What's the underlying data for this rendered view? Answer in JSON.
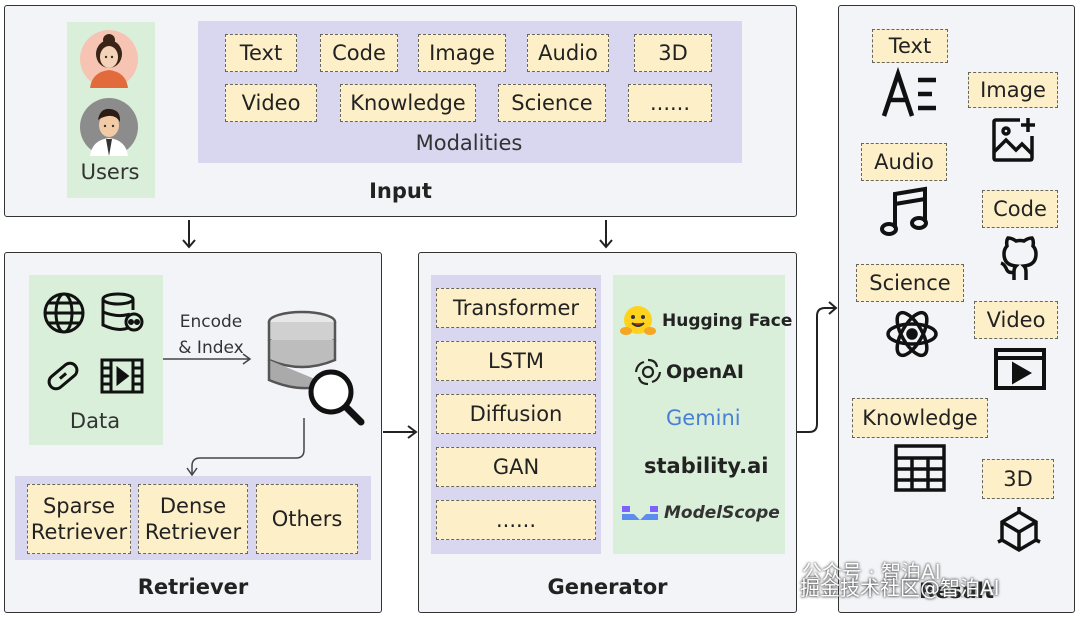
{
  "input": {
    "title": "Input",
    "users_label": "Users",
    "modalities_label": "Modalities",
    "modalities": [
      "Text",
      "Code",
      "Image",
      "Audio",
      "3D",
      "Video",
      "Knowledge",
      "Science",
      "......"
    ]
  },
  "retriever": {
    "title": "Retriever",
    "data_label": "Data",
    "encode_label": "Encode\n& Index",
    "retrievers": [
      "Sparse\nRetriever",
      "Dense\nRetriever",
      "Others"
    ]
  },
  "generator": {
    "title": "Generator",
    "models": [
      "Transformer",
      "LSTM",
      "Diffusion",
      "GAN",
      "......"
    ],
    "brands": [
      "Hugging Face",
      "OpenAI",
      "Gemini",
      "stability.ai",
      "ModelScope"
    ]
  },
  "result": {
    "title": "Result",
    "items": [
      "Text",
      "Image",
      "Audio",
      "Code",
      "Science",
      "Video",
      "Knowledge",
      "3D"
    ]
  },
  "watermark": {
    "line1": "公众号 · 智泊AI",
    "line2": "掘金技术社区@智泊AI"
  },
  "colors": {
    "panel_bg": "#f3f4f8",
    "purple": "#d9d6ef",
    "green": "#d9efd9",
    "chip": "#fdf0c8"
  }
}
